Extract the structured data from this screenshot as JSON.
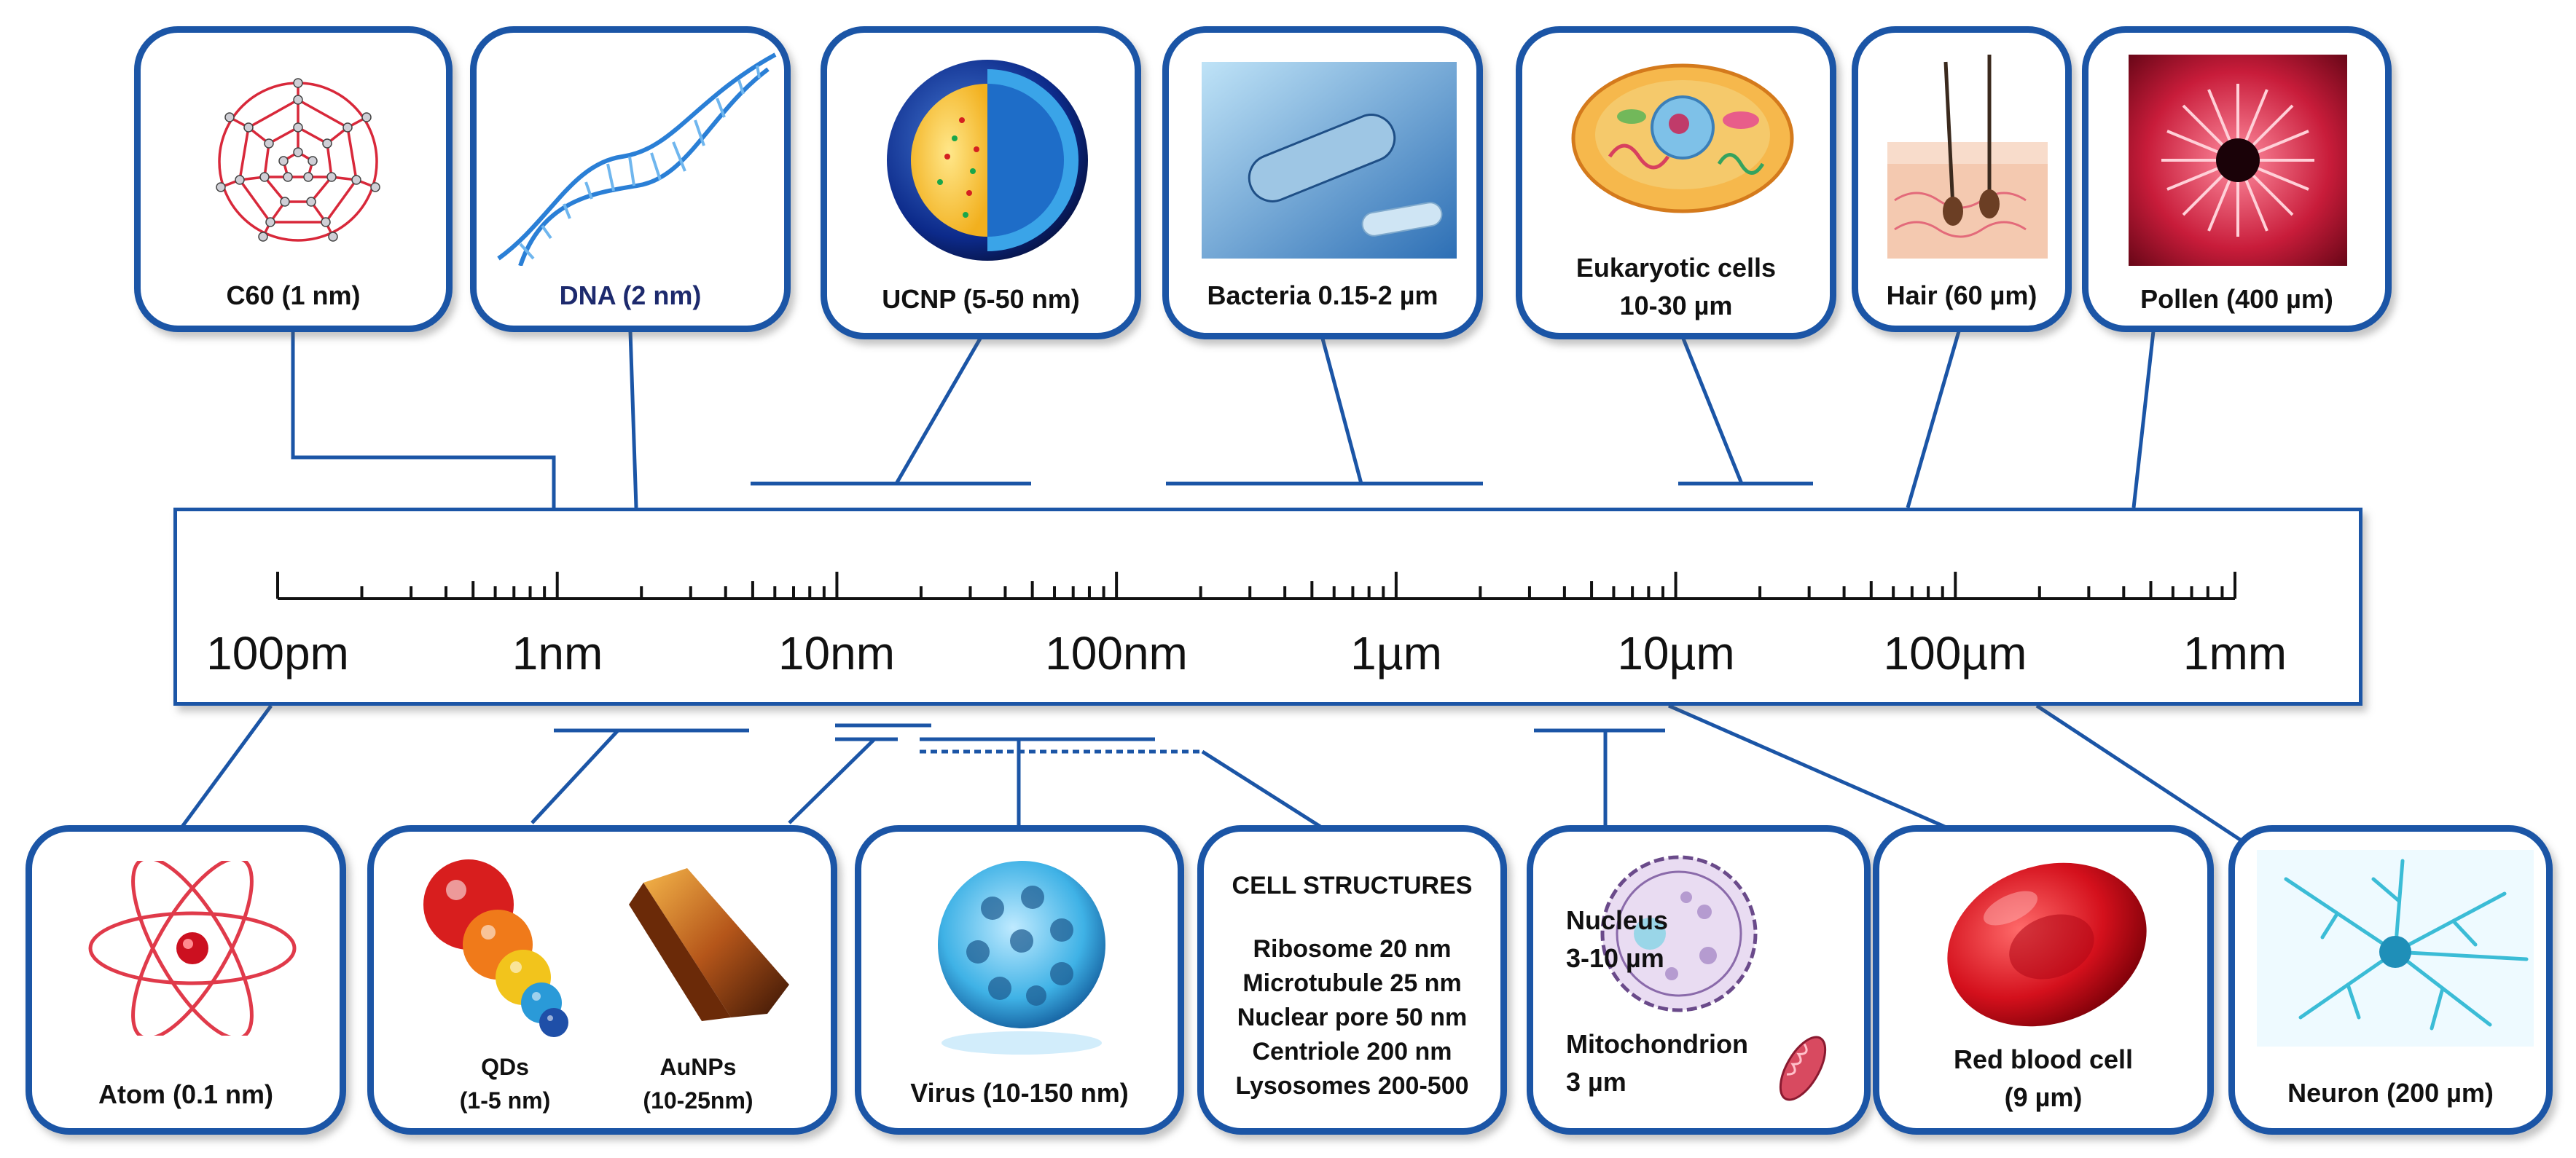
{
  "scale_labels": [
    "100pm",
    "1nm",
    "10nm",
    "100nm",
    "1µm",
    "10µm",
    "100µm",
    "1mm"
  ],
  "top_items": {
    "c60": "C60 (1 nm)",
    "dna": "DNA (2 nm)",
    "ucnp": "UCNP (5-50 nm)",
    "bacteria": "Bacteria 0.15-2 µm",
    "eukaryotic_line1": "Eukaryotic cells",
    "eukaryotic_line2": "10-30 µm",
    "hair": "Hair (60 µm)",
    "pollen": "Pollen (400 µm)"
  },
  "bottom_items": {
    "atom": "Atom (0.1 nm)",
    "qds_line1": "QDs",
    "qds_line2": "(1-5 nm)",
    "aunps_line1": "AuNPs",
    "aunps_line2": "(10-25nm)",
    "virus": "Virus (10-150 nm)",
    "cell_structures_title": "CELL STRUCTURES",
    "cell_structures": [
      "Ribosome 20 nm",
      "Microtubule 25 nm",
      "Nuclear pore 50 nm",
      "Centriole 200 nm",
      "Lysosomes 200-500"
    ],
    "nucleus_line1": "Nucleus",
    "nucleus_line2": "3-10 µm",
    "mitochondrion_line1": "Mitochondrion",
    "mitochondrion_line2": "3 µm",
    "rbc_line1": "Red blood cell",
    "rbc_line2": "(9 µm)",
    "neuron": "Neuron (200 µm)"
  },
  "colors": {
    "frame_blue": "#1b55a6",
    "c60_red": "#d8283a",
    "dna_blue": "#2a7fd6",
    "virus_blue": "#3fb2e6",
    "rbc_red": "#d4101c",
    "neuron_cyan": "#3bbcd6"
  }
}
